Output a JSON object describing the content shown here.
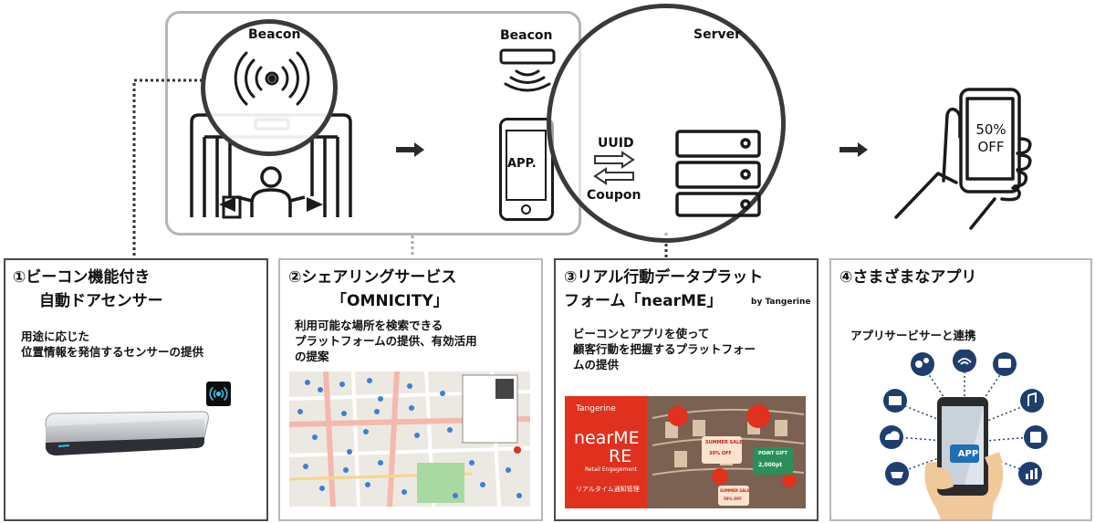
{
  "flow": {
    "beacon_gate_label": "Beacon",
    "beacon_phone_label": "Beacon",
    "server_label": "Server",
    "app_label": "APP.",
    "uuid_label": "UUID",
    "coupon_label": "Coupon",
    "discount_line1": "50%",
    "discount_line2": "OFF"
  },
  "cards": [
    {
      "title_line1": "①ビーコン機能付き",
      "title_line2": "自動ドアセンサー",
      "desc_line1": "用途に応じた",
      "desc_line2": "位置情報を発信するセンサーの提供"
    },
    {
      "title_line1": "②シェアリングサービス",
      "title_line2": "「OMNICITY」",
      "desc_line1": "利用可能な場所を検索できる",
      "desc_line2": "プラットフォームの提供、有効活用",
      "desc_line3": "の提案"
    },
    {
      "title_line1": "③リアル行動データプラット",
      "title_line2": "フォーム「nearME」",
      "title_suffix": "by Tangerine",
      "desc_line1": "ビーコンとアプリを使って",
      "desc_line2": "顧客行動を把握するプラットフォー",
      "desc_line3": "ムの提供"
    },
    {
      "title_line1": "④さまざまなアプリ",
      "desc_line1": "アプリサービサーと連携"
    }
  ],
  "nearme_image": {
    "brand": "Tangerine",
    "logo_line1": "nearME",
    "logo_line2": "RE",
    "tagline": "Retail Engagement",
    "subtitle": "リアルタイム通知管理",
    "bubble_sale": "SUMMER SALE",
    "bubble_sale_value": "30% OFF",
    "bubble_point": "POINT GIFT",
    "bubble_point_value": "2,000pt",
    "bubble_sale2": "SUMMER SALE",
    "bubble_sale2_value": "50% OFF"
  },
  "apps_image": {
    "phone_label": "APP"
  },
  "colors": {
    "frame_gray": "#b3b3b3",
    "card_border": "#555555",
    "circle": "#3a3a3a",
    "nearme_red": "#e0301e",
    "app_blue": "#1f6fb5",
    "icon_navy": "#1e3f6e"
  }
}
